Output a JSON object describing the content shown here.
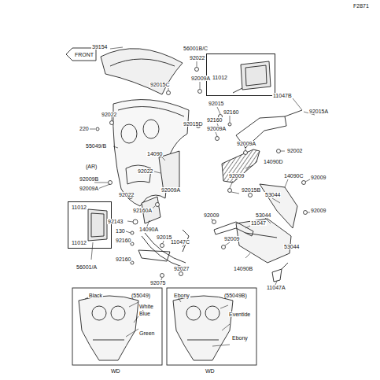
{
  "diagram": {
    "nodes": [
      {
        "text": [
          "(55049)",
          "Black",
          "White",
          "Blue",
          "Green",
          "WD"
        ]
      },
      {
        "text": [
          "Ebony",
          "(55049B)",
          "Eventide",
          "Ebony",
          "WD"
        ]
      },
      {
        "text": [
          "11012"
        ]
      },
      {
        "text": [
          "11012",
          "11012"
        ]
      }
    ],
    "labels": [
      "F2871",
      "FRONT",
      "39154",
      "56001B/C",
      "92022",
      "92015C",
      "92009A",
      "92015",
      "92160",
      "92160",
      "11047B",
      "92015A",
      "92022",
      "220",
      "92015D",
      "92009A",
      "92009A",
      "92002",
      "55049/B",
      "14090",
      "(AR)",
      "92009B",
      "92009A",
      "92022",
      "92022",
      "14090D",
      "92009",
      "92160A",
      "92009A",
      "92015B",
      "14090C",
      "92009",
      "53044",
      "92143",
      "14090A",
      "130",
      "92160",
      "92160",
      "92015",
      "11047C",
      "92009",
      "53044",
      "92009",
      "11047",
      "92009",
      "53044",
      "92027",
      "92075",
      "56001/A",
      "14090B",
      "11047A"
    ]
  }
}
